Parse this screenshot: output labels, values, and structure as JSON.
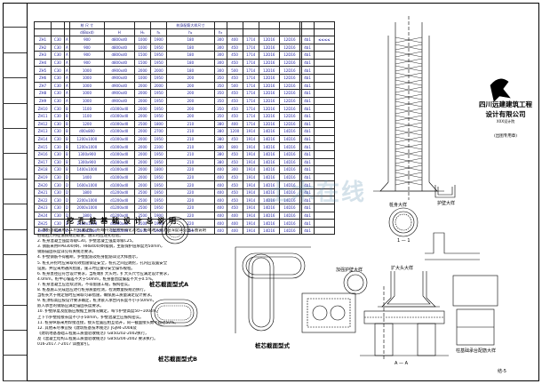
{
  "table": {
    "headers": [
      "",
      "",
      "",
      "桩 尺 寸",
      "",
      "",
      "",
      "桩身配筋大样尺寸",
      "",
      "",
      "",
      "",
      "",
      "",
      "",
      ""
    ],
    "subheaders": [
      "",
      "",
      "",
      "d(Boxd)",
      "H",
      "H₁",
      "h₁",
      "h₂",
      "h₃",
      "",
      "",
      "",
      "",
      "",
      "",
      ""
    ],
    "rows": [
      [
        "ZH1",
        "C30",
        "A",
        "900",
        "d800xd0",
        "1000",
        "1900",
        "180",
        "300",
        "400",
        "1714",
        "12D16",
        "12D16",
        "",
        "4b1",
        "≤≤≤≤"
      ],
      [
        "ZH2",
        "C30",
        "A",
        "900",
        "d800xd0",
        "1000",
        "1950",
        "180",
        "300",
        "450",
        "1714",
        "12D16",
        "12D16",
        "",
        "4b1",
        ""
      ],
      [
        "ZH3",
        "C30",
        "A",
        "900",
        "d800xd0",
        "1500",
        "1950",
        "180",
        "300",
        "450",
        "1714",
        "12D16",
        "12D16",
        "",
        "4b1",
        ""
      ],
      [
        "ZH4",
        "C30",
        "A",
        "900",
        "d800xd0",
        "1500",
        "1950",
        "180",
        "300",
        "450",
        "1714",
        "12D16",
        "12D16",
        "",
        "4b1",
        ""
      ],
      [
        "ZH5",
        "C30",
        "A",
        "1000",
        "d900xd0",
        "2000",
        "2000",
        "180",
        "300",
        "500",
        "1714",
        "12D16",
        "12D16",
        "",
        "4b1",
        ""
      ],
      [
        "ZH6",
        "C30",
        "A",
        "1000",
        "d900xd0",
        "1000",
        "1950",
        "200",
        "350",
        "450",
        "1714",
        "12D16",
        "12D16",
        "",
        "4b1",
        ""
      ],
      [
        "ZH7",
        "C30",
        "A",
        "1000",
        "d900xd0",
        "2000",
        "2000",
        "200",
        "350",
        "500",
        "1714",
        "12D16",
        "12D16",
        "",
        "4b1",
        ""
      ],
      [
        "ZH8",
        "C30",
        "A",
        "1000",
        "d900xd0",
        "2000",
        "1950",
        "200",
        "350",
        "450",
        "1714",
        "12D16",
        "12D16",
        "",
        "4b1",
        ""
      ],
      [
        "ZH9",
        "C30",
        "A",
        "1000",
        "d900xd0",
        "2000",
        "1950",
        "200",
        "350",
        "450",
        "1714",
        "12D16",
        "12D16",
        "",
        "4b1",
        ""
      ],
      [
        "ZH10",
        "C30",
        "B",
        "1100",
        "d1000xd0",
        "2000",
        "1950",
        "200",
        "350",
        "450",
        "1714",
        "12D16",
        "12D16",
        "",
        "4b1",
        ""
      ],
      [
        "ZH11",
        "C30",
        "B",
        "1100",
        "d1000xd0",
        "2000",
        "1950",
        "200",
        "350",
        "450",
        "1714",
        "12D16",
        "12D16",
        "",
        "4b1",
        ""
      ],
      [
        "ZH12",
        "C30",
        "B",
        "1200",
        "d1000xd0",
        "2500",
        "1800",
        "210",
        "380",
        "400",
        "1714",
        "12D16",
        "12D16",
        "",
        "4b1",
        ""
      ],
      [
        "ZH13",
        "C30",
        "B",
        "d00x800",
        "d1000xd0",
        "2000",
        "2700",
        "210",
        "380",
        "1200",
        "1914",
        "14D16",
        "14D16",
        "",
        "4b1",
        ""
      ],
      [
        "ZH14",
        "C30",
        "B",
        "1200x1000",
        "d1000xd0",
        "2000",
        "1950",
        "210",
        "380",
        "450",
        "1914",
        "14D16",
        "14D16",
        "",
        "4b1",
        ""
      ],
      [
        "ZH15",
        "C30",
        "B",
        "1200x1000",
        "d1000xd0",
        "2000",
        "2300",
        "210",
        "380",
        "800",
        "1914",
        "14D16",
        "14D16",
        "",
        "4b1",
        ""
      ],
      [
        "ZH16",
        "C30",
        "B",
        "1300x900",
        "d1000xd0",
        "2000",
        "1950",
        "210",
        "380",
        "450",
        "1914",
        "14D16",
        "14D16",
        "",
        "4b1",
        ""
      ],
      [
        "ZH17",
        "C30",
        "B",
        "1300x900",
        "d1000xd0",
        "2000",
        "1950",
        "210",
        "380",
        "450",
        "1914",
        "14D16",
        "14D16",
        "",
        "4b1",
        ""
      ],
      [
        "ZH18",
        "C30",
        "B",
        "1400x1000",
        "d1000xd0",
        "2000",
        "1800",
        "220",
        "400",
        "300",
        "1914",
        "14D16",
        "14D16",
        "",
        "4b1",
        ""
      ],
      [
        "ZH19",
        "C30",
        "D",
        "1400",
        "d1000xd0",
        "2000",
        "1950",
        "220",
        "400",
        "450",
        "1914",
        "14D16",
        "14D16",
        "",
        "4b1",
        ""
      ],
      [
        "ZH20",
        "C30",
        "D",
        "1600x1000",
        "d1000xd0",
        "2000",
        "1950",
        "220",
        "400",
        "450",
        "1914",
        "14D16",
        "14D16",
        "",
        "4b1",
        ""
      ],
      [
        "ZH21",
        "C30",
        "D",
        "1800",
        "d1200xd0",
        "2500",
        "1950",
        "220",
        "400",
        "450",
        "1914",
        "14D16",
        "14D16",
        "",
        "4b1",
        ""
      ],
      [
        "ZH22",
        "C30",
        "D",
        "2200x1000",
        "d1200xd0",
        "2500",
        "1950",
        "220",
        "400",
        "450",
        "1914",
        "14D16",
        "14D16",
        "",
        "4b1",
        ""
      ],
      [
        "ZH23",
        "C30",
        "D",
        "2000x1000",
        "d1200xd0",
        "2500",
        "1950",
        "220",
        "400",
        "450",
        "1914",
        "14D16",
        "14D16",
        "",
        "4b1",
        ""
      ],
      [
        "ZH24",
        "C30",
        "D",
        "1800",
        "d1200xd0",
        "2500",
        "1900",
        "220",
        "400",
        "400",
        "1914",
        "14D16",
        "14D16",
        "",
        "4b1",
        ""
      ],
      [
        "ZH25",
        "C30",
        "D",
        "2100x1000",
        "d1200xd0",
        "2500",
        "1900",
        "220",
        "400",
        "400",
        "1914",
        "14D16",
        "14D16",
        "",
        "4b1",
        ""
      ],
      [
        "ZH26",
        "C30",
        "D",
        "2400x1000",
        "d1200xd0",
        "2500",
        "1900",
        "220",
        "400",
        "400",
        "1914",
        "14D16",
        "14D16",
        "",
        "4b1",
        ""
      ]
    ]
  },
  "notes": {
    "title": "挖 孔 桩 基 础 设 计 总 说 明",
    "lines": [
      "1. 本桩基础采用人工挖孔灌注桩，桩端持力层为中风化泥岩，桩端进入持力层深度详见施工图说明，",
      "    桩端阻力特征值按规范取值，施工时应逐孔检验。",
      "2. 桩身混凝土强度等级C30，护壁混凝土强度等级C25。",
      "3. 钢筋采用HPB300(Φ)、HRB400(Φ)级钢，主筋保护层厚度为50mm，",
      "    钢筋锚固长度详见有关规范要求。",
      "4. 护壁钢筋不得截断，护壁配筋及桩身配筋详见大样图示，",
      "5. 桩孔开挖时应采取有效措施保证安全，桩孔之间应跳挖，孔内应设置安全",
      "    设施，并应采用通风措施，施工时应遵守安全操作规程。",
      "6. 桩身直径应符合设计要求，当桩端扩大头时，扩大头尺寸应满足设计要求，",
      "    4.0mm，桩中心偏差不大于50mm，桩身垂直度偏差不大于0.5%。",
      "7. 桩身混凝土应连续浇筑，不得留施工缝，振捣密实。",
      "8. 桩基施工完成后应进行桩身质量检测，检测数量按规范执行，",
      "    当桩长大于规定值时应采取可靠措施，确保施工质量满足设计要求。",
      "9. 桩顶标高应按设计要求确定，桩顶嵌入承台内长度不小于50mm，",
      "    嵌入承台的钢筋应满足锚固长度要求。",
      "10. 护壁厚度及配筋应根据土质情况确定，每节护壁高度50~100cm，",
      "    上下节护壁搭接长度不小于50mm，护壁混凝土应振捣密实。",
      "11. 桩身纵筋采用焊接连接，接头位置应相互错开，同一截面接头数不超过50%。",
      "12. 其他未尽事宜按《建筑桩基技术规范》JGJ94-2008及",
      "    《建筑地基基础工程施工质量验收规范》GB50202-2002执行，",
      "    及《混凝土结构工程施工质量验收规范》GB50204-2002 要求执行。",
      "     016-2017.7-2017 详图索引。"
    ]
  },
  "labels": {
    "section_a_title": "桩芯截面型式A",
    "section_b_title": "桩芯截面型式B",
    "section_c_title": "桩芯截面型式",
    "pile_detail": "桩身大样",
    "section_11": "1 — 1",
    "wall_detail": "护壁大样",
    "wall_reinf": "加强护壁大样",
    "base_detail": "扩大头大样",
    "section_aa": "A — A",
    "cap_note": "柱基础承台配筋大样",
    "dim_label": "500",
    "sheet": "结-5",
    "watermark": "土木在线"
  },
  "company": {
    "name_line1": "四川远建建筑工程",
    "name_line2": "设计有限公司",
    "sub": "XXX设计院",
    "stamp": "(出图专用章)"
  },
  "colors": {
    "ink": "#000000",
    "table_text": "#1a1aa0",
    "watermark": "#5a8fb0"
  }
}
